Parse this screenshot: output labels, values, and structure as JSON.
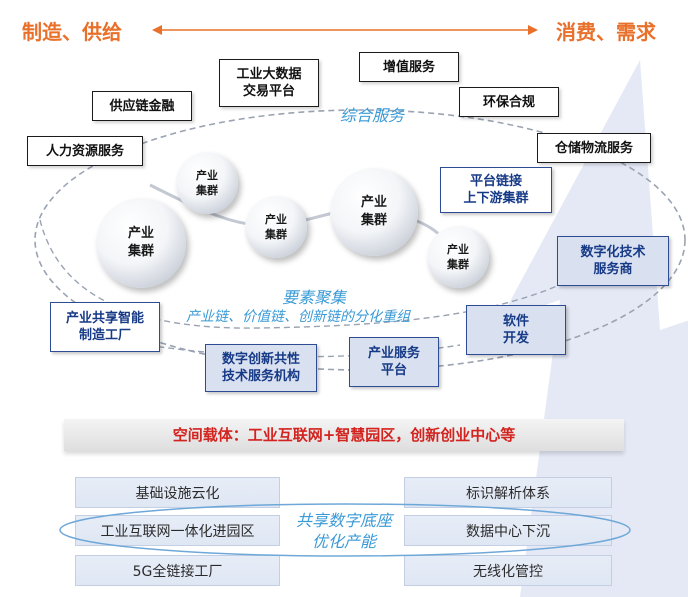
{
  "header": {
    "left": "制造、供给",
    "right": "消费、需求"
  },
  "colors": {
    "accent_orange": "#e8702a",
    "navy_border": "#2e4c93",
    "red_banner_text": "#d3231e",
    "italic_blue": "#3b9ad6"
  },
  "services": {
    "label": "综合服务",
    "items": {
      "big_data": "工业大数据\n交易平台",
      "value_added": "增值服务",
      "supply_finance": "供应链金融",
      "eco_compliance": "环保合规",
      "hr": "人力资源服务",
      "warehouse": "仓储物流服务"
    }
  },
  "clusters": {
    "label": "产业\n集群"
  },
  "elements": {
    "title": "要素聚集",
    "subtitle": "产业链、价值链、创新链的分化重组"
  },
  "nodes": {
    "platform_link": "平台链接\n上下游集群",
    "digital_provider": "数字化技术\n服务商",
    "smart_factory": "产业共享智能\n制造工厂",
    "software": "软件\n开发",
    "innovation_org": "数字创新共性\n技术服务机构",
    "industry_platform": "产业服务\n平台"
  },
  "banner": "空间载体：工业互联网+智慧园区，创新创业中心等",
  "base": {
    "center_label": "共享数字底座\n优化产能",
    "cells": [
      "基础设施云化",
      "标识解析体系",
      "工业互联网一体化进园区",
      "数据中心下沉",
      "5G全链接工厂",
      "无线化管控"
    ]
  }
}
